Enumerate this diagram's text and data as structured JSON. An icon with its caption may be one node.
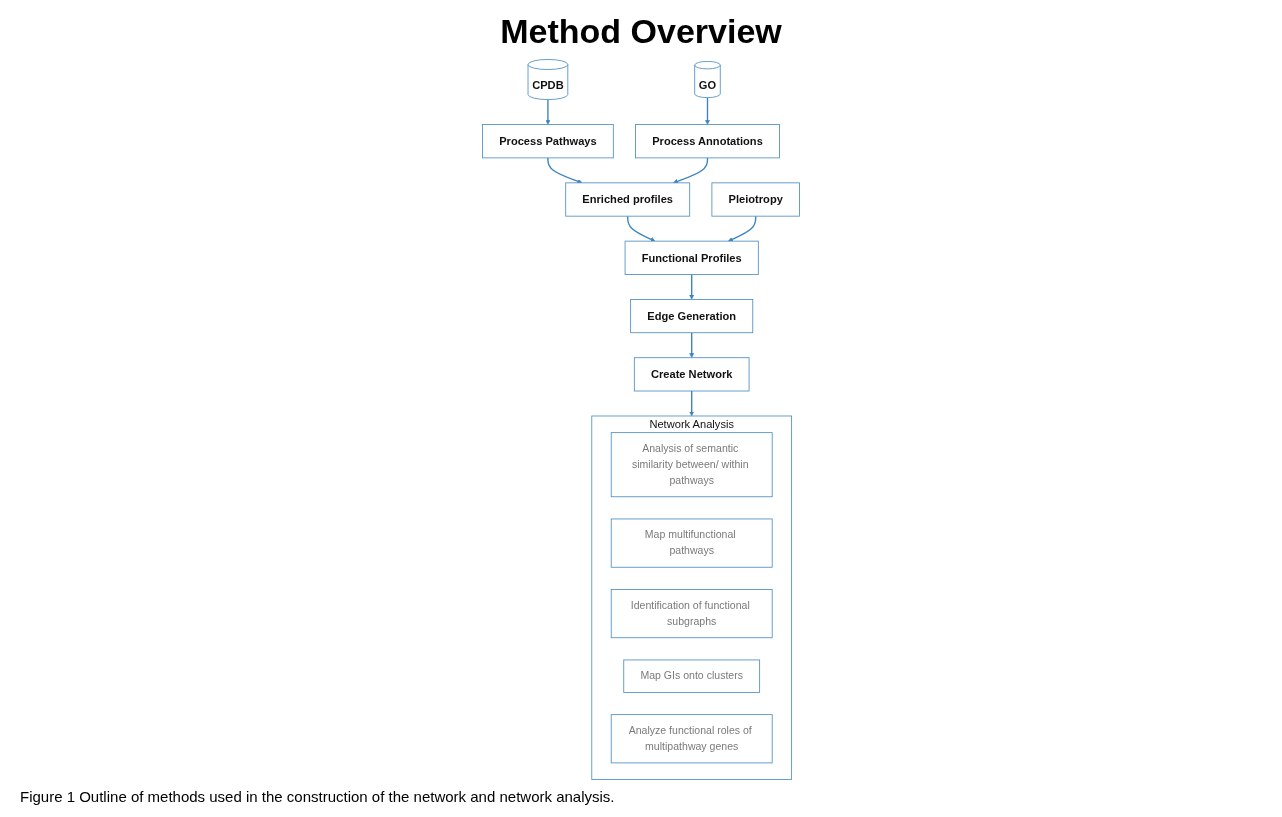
{
  "diagram": {
    "title": "Method Overview",
    "caption": "Figure 1 Outline of methods used in the construction of the network and network analysis.",
    "nodes": [
      {
        "text": [
          "CPDB"
        ]
      },
      {
        "text": [
          "GO"
        ]
      },
      {
        "text": [
          "Process Pathways"
        ]
      },
      {
        "text": [
          "Process Annotations"
        ]
      },
      {
        "text": [
          "Enriched profiles"
        ]
      },
      {
        "text": [
          "Create Network"
        ]
      },
      {
        "text": [
          "Functional Profiles"
        ]
      },
      {
        "text": [
          "Edge Generation"
        ]
      },
      {
        "text": [
          "Pleiotropy"
        ]
      },
      {
        "text": [
          "Network Analysis"
        ]
      },
      {
        "text": [
          "Analysis of semantic similarity between/ within pathways"
        ],
        "in": 9
      },
      {
        "text": [
          "Map multifunctional pathways"
        ],
        "in": 9
      },
      {
        "text": [
          "Identification of functional subgraphs"
        ],
        "in": 9
      },
      {
        "text": [
          "Map GIs onto clusters"
        ],
        "in": 9
      },
      {
        "text": [
          "Analyze functional roles of multipathway genes"
        ],
        "in": 9
      }
    ],
    "edges": [
      {
        "from": 0,
        "to": 2,
        "arrow": "to"
      },
      {
        "from": 1,
        "to": 3,
        "arrow": "to"
      },
      {
        "from": 2,
        "to": 4,
        "arrow": "to"
      },
      {
        "from": 3,
        "to": 4,
        "arrow": "to"
      },
      {
        "from": 4,
        "to": 6,
        "arrow": "to"
      },
      {
        "from": 8,
        "to": 6,
        "arrow": "to"
      },
      {
        "from": 6,
        "to": 7,
        "arrow": "to"
      },
      {
        "from": 7,
        "to": 5,
        "arrow": "to"
      },
      {
        "from": 5,
        "to": 9,
        "arrow": "to"
      }
    ]
  }
}
